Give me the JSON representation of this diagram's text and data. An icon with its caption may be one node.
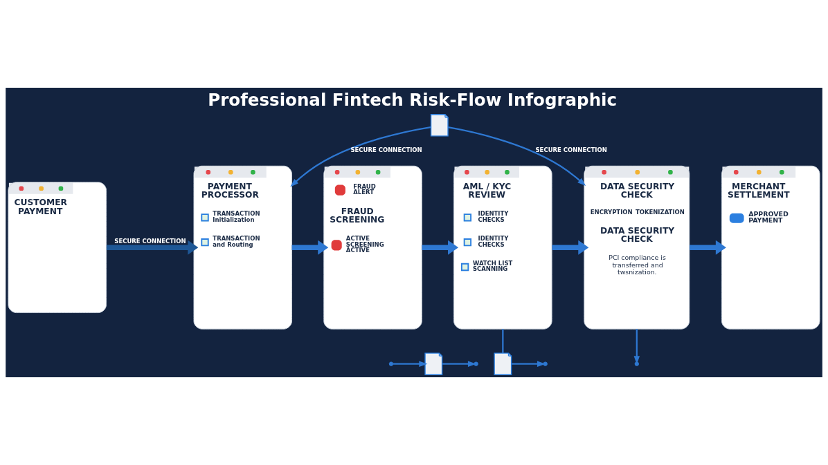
{
  "diagram": {
    "title": "Professional Fintech Risk-Flow Infographic",
    "nodes": [
      {
        "text": [],
        "shape": "picture"
      },
      {
        "text": [
          "CUSTOMER PAYMENT"
        ]
      },
      {
        "text": [
          "PAYMENT PROCESSOR",
          "TRANSACTION Initialization",
          "TRANSACTION and Routing"
        ]
      },
      {
        "text": [
          "FRAUD ALERT",
          "FRAUD SCREENING",
          "ACTIVE SCREENING ACTIVE"
        ]
      },
      {
        "text": [
          "AML / KYC REVIEW",
          "IDENTITY CHECKS",
          "IDENTITY CHECKS",
          "WATCH LIST SCANNING"
        ]
      },
      {
        "text": [
          "DATA SECURITY CHECK",
          "ENCRYPTION",
          "TOKENIZATION",
          "DATA SECURITY CHECK",
          "PCI compliance is transferred and twsnization."
        ]
      },
      {
        "text": [
          "MERCHANT SETTLEMENT",
          "APPROVED PAYMENT"
        ]
      },
      {
        "text": [],
        "shape": "picture"
      },
      {
        "text": [],
        "shape": "picture"
      }
    ],
    "edges": [
      {
        "from": 1,
        "to": 2,
        "arrow": "to",
        "label": "SECURE CONNECTION",
        "style": "thick",
        "color": "#1e5796"
      },
      {
        "from": 2,
        "to": 3,
        "arrow": "to",
        "style": "thick"
      },
      {
        "from": 3,
        "to": 4,
        "arrow": "to",
        "style": "thick"
      },
      {
        "from": 4,
        "to": 5,
        "arrow": "to",
        "style": "thick"
      },
      {
        "from": 5,
        "to": 6,
        "arrow": "to",
        "style": "thick"
      },
      {
        "from": 0,
        "to": 2,
        "arrow": "to",
        "label": "SECURE CONNECTION"
      },
      {
        "from": 0,
        "to": 5,
        "arrow": "to",
        "label": "SECURE CONNECTION"
      },
      {
        "from": null,
        "to": 7,
        "arrow": "to"
      },
      {
        "from": 7,
        "to": null,
        "arrow": "to"
      },
      {
        "from": 4,
        "to": 8,
        "arrow": "none"
      },
      {
        "from": 8,
        "to": null,
        "arrow": "to"
      },
      {
        "from": 5,
        "to": null,
        "arrow": "to"
      }
    ]
  }
}
